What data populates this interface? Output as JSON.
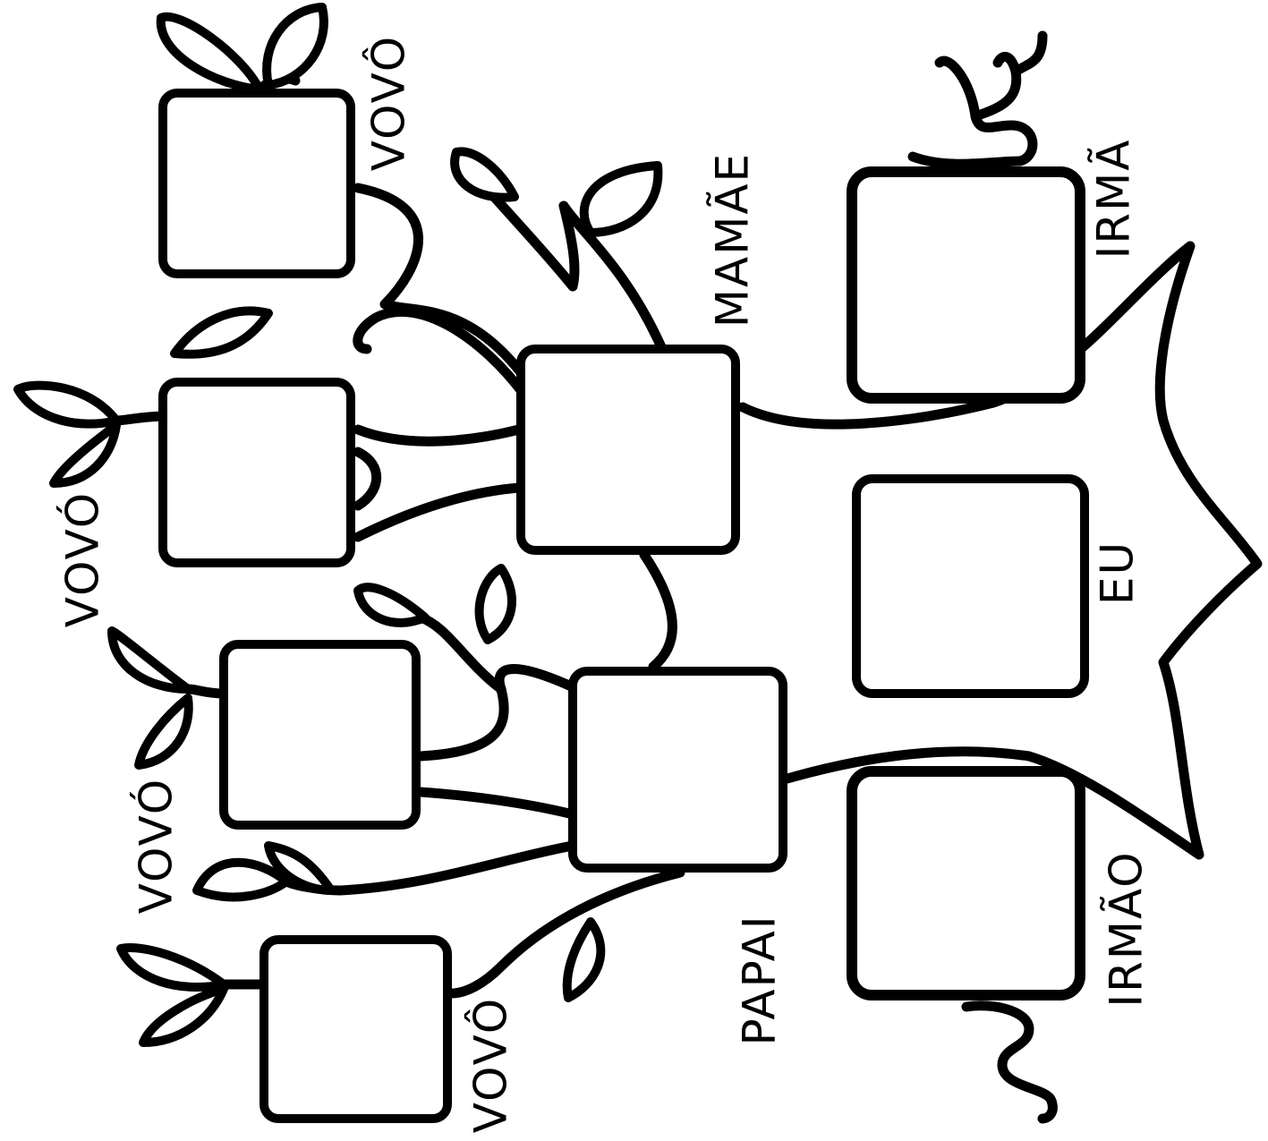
{
  "labels": {
    "vovo_top": "VOVÔ",
    "mamae": "MAMÃE",
    "irma": "IRMÃ",
    "vovo_mid": "VOVÓ",
    "eu": "EU",
    "vovo_low": "VOVÓ",
    "papai": "PAPAI",
    "irmao": "IRMÃO",
    "vovo_bottom": "VOVÔ"
  },
  "colors": {
    "line": "#000000",
    "background": "#ffffff"
  }
}
